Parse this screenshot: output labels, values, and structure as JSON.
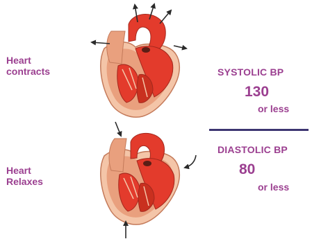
{
  "labels": {
    "contract": "Heart\ncontracts",
    "relax": "Heart\nRelaxes"
  },
  "systolic": {
    "title": "SYSTOLIC BP",
    "value": "130",
    "note": "or less"
  },
  "diastolic": {
    "title": "DIASTOLIC BP",
    "value": "80",
    "note": "or less"
  },
  "colors": {
    "label_text": "#9b3f90",
    "divider": "#3d3571",
    "heart_red": "#e33b2c",
    "heart_dark": "#a3281d",
    "heart_tissue": "#e9a07e",
    "heart_pale": "#f4c5a8",
    "arrow": "#2a2a2a"
  },
  "icons": {
    "top_heart": "heart-contracting-icon",
    "bottom_heart": "heart-relaxing-icon"
  }
}
